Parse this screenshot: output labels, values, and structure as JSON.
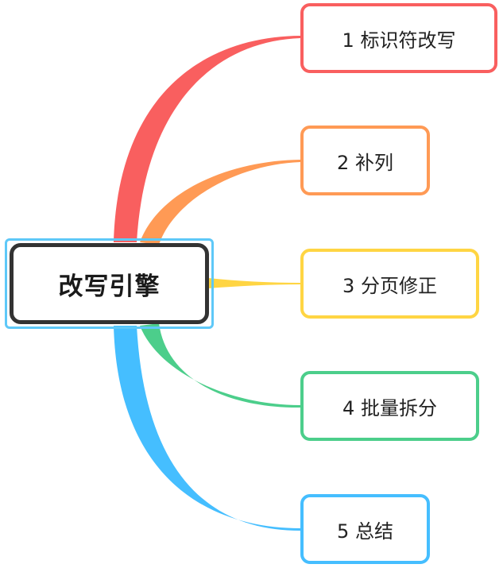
{
  "root": {
    "label": "改写引擎"
  },
  "branches": [
    {
      "label": "1 标识符改写",
      "color": "#F95F5F"
    },
    {
      "label": "2 补列",
      "color": "#FF9A55"
    },
    {
      "label": "3 分页修正",
      "color": "#FFD543"
    },
    {
      "label": "4 批量拆分",
      "color": "#4CCE8B"
    },
    {
      "label": "5 总结",
      "color": "#45BEFF"
    }
  ]
}
